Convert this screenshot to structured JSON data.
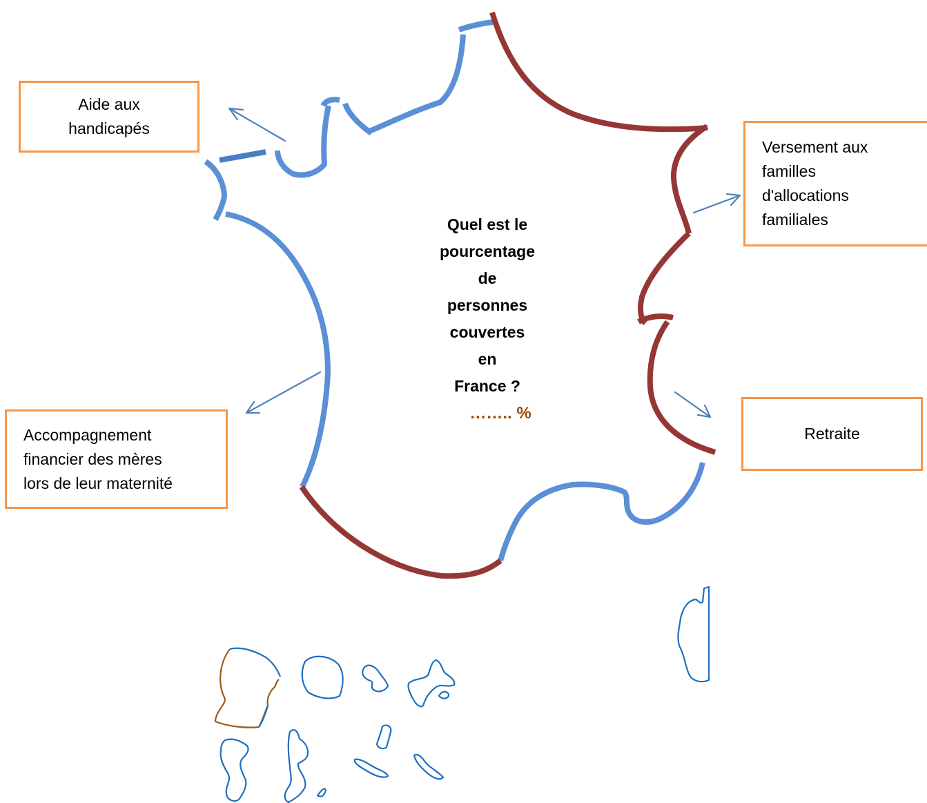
{
  "boxes": {
    "handicap": "Aide aux\nhandicapés",
    "familles": "Versement aux\nfamilles\nd'allocations\nfamiliales",
    "retraite": "Retraite",
    "maternite": "Accompagnement\nfinancier des mères\nlors de leur maternité"
  },
  "question": {
    "text": "Quel est le\npourcentage\nde\npersonnes\ncouvertes\nen\nFrance ?",
    "answer": "…….. %"
  },
  "colors": {
    "map_blue": "#5b8fd6",
    "map_red": "#953735",
    "box_border": "#f79646",
    "answer_brown": "#984806",
    "overseas_blue": "#1f6fbf",
    "overseas_brown": "#9c5a1c"
  }
}
